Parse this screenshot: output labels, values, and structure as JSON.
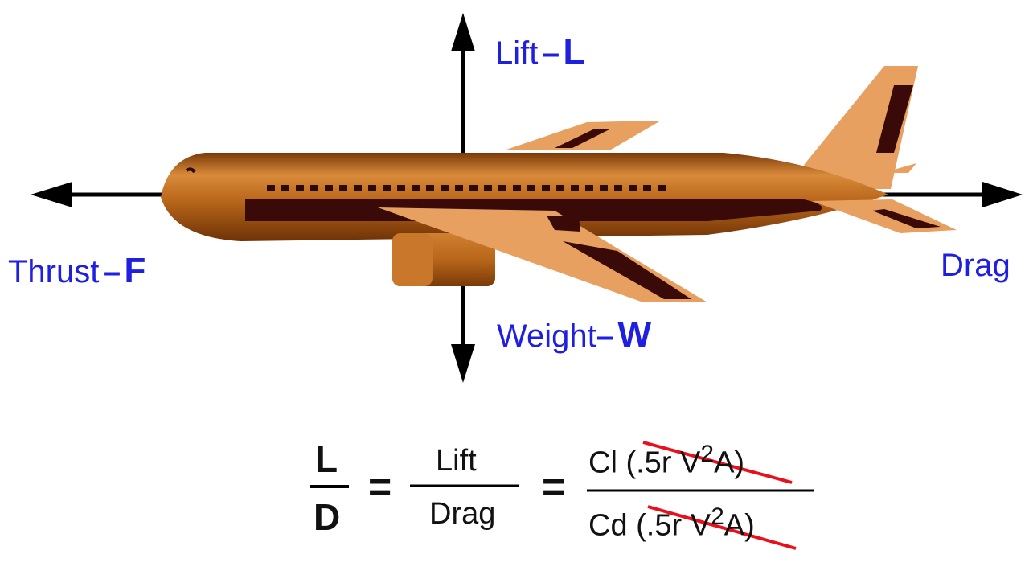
{
  "forces": {
    "lift": {
      "word": "Lift",
      "dash": "–",
      "symbol": "L"
    },
    "weight": {
      "word": "Weight",
      "dash": "–",
      "symbol": "W"
    },
    "thrust": {
      "word": "Thrust",
      "dash": "–",
      "symbol": "F"
    },
    "drag": {
      "word": "Drag"
    }
  },
  "equation": {
    "ratio_num": "L",
    "ratio_den": "D",
    "equals": "=",
    "frac1_num": "Lift",
    "frac1_den": "Drag",
    "frac2_num_coef": "Cl",
    "frac2_den_coef": "Cd",
    "cancel_open": "(.5",
    "cancel_rho": "r",
    "cancel_v": "V",
    "cancel_exp": "2",
    "cancel_close": "A)"
  },
  "colors": {
    "label_blue": "#1f1fe0",
    "fuselage": "#b8661a",
    "wing_tan": "#e8a060",
    "stripe": "#3a0a08",
    "cancel_red": "#e8101a"
  }
}
